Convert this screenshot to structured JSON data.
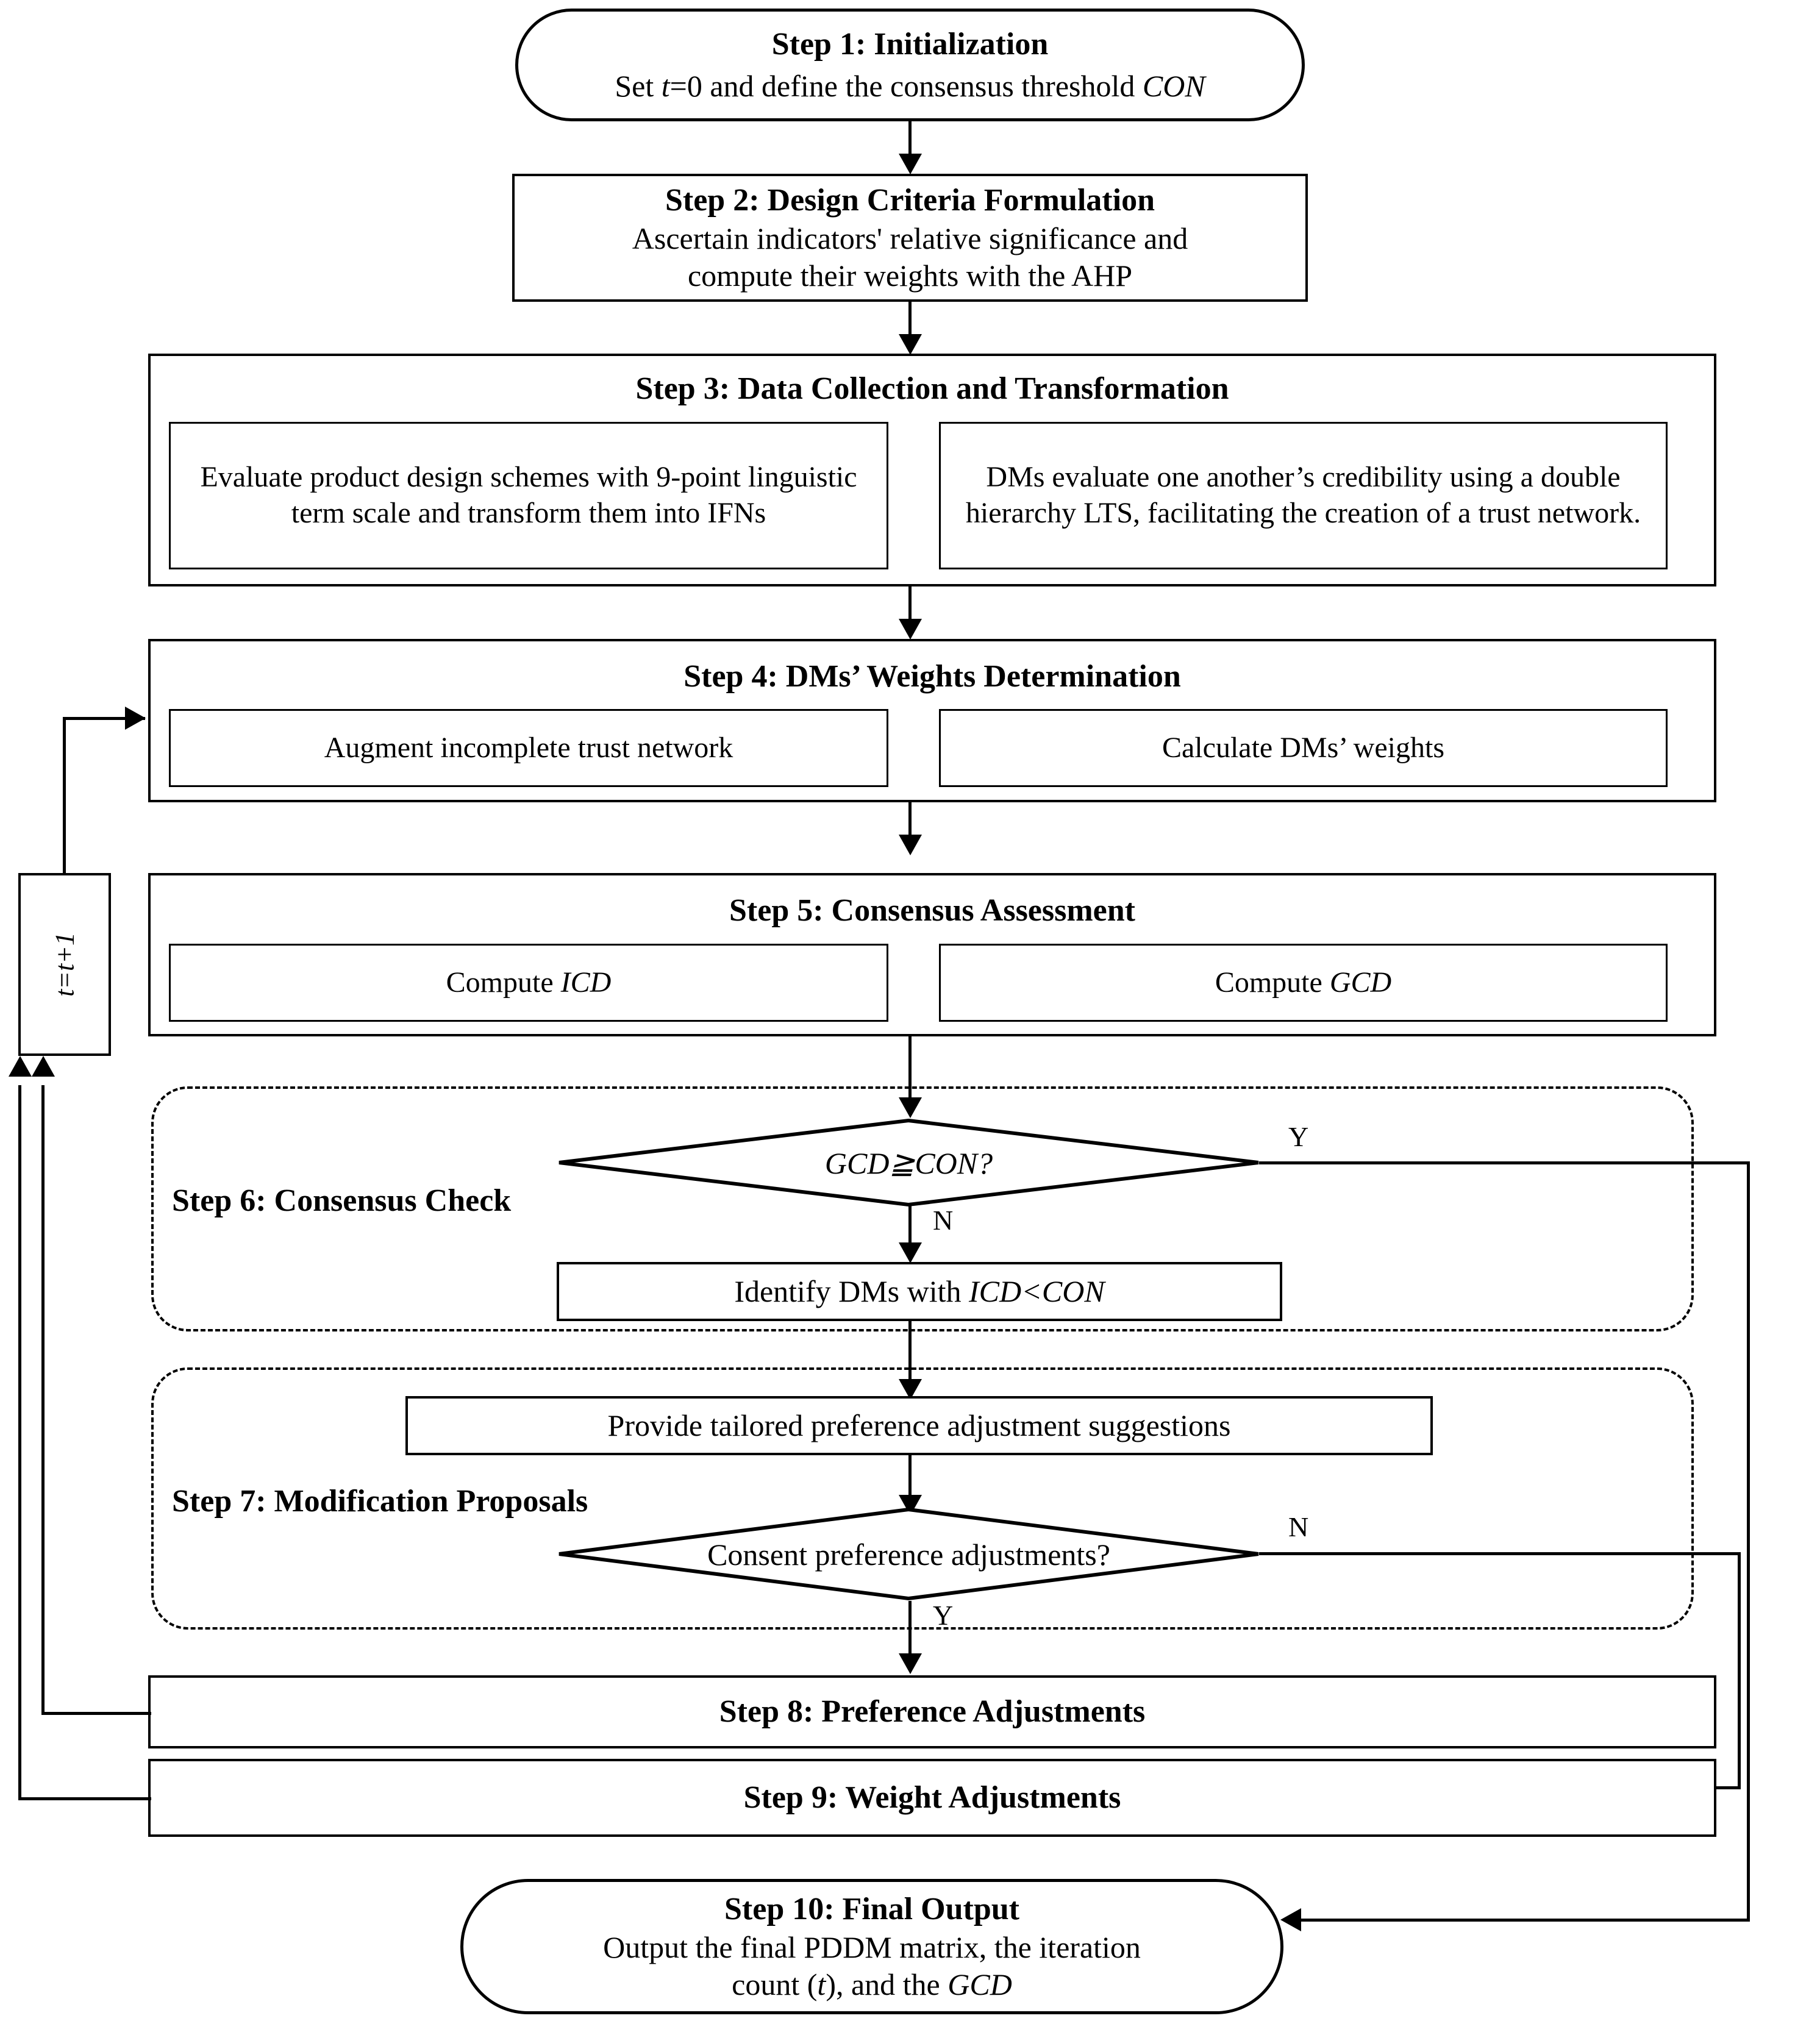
{
  "diagram": {
    "title": "Consensus-reaching process flowchart",
    "colors": {
      "stroke": "#000000",
      "background": "#ffffff"
    }
  },
  "steps": {
    "step1": {
      "title": "Step 1: Initialization",
      "body_a": "Set ",
      "body_t": "t",
      "body_b": "=0 and define the consensus threshold ",
      "body_con": "CON"
    },
    "step2": {
      "title": "Step 2: Design Criteria Formulation",
      "line1": "Ascertain indicators' relative significance and",
      "line2": "compute their weights with the AHP"
    },
    "step3": {
      "title": "Step 3: Data Collection and Transformation",
      "box_left": "Evaluate product design schemes with 9-point linguistic term scale and transform them into IFNs",
      "box_right": "DMs evaluate one another’s credibility using a double hierarchy LTS, facilitating the creation of a trust network."
    },
    "step4": {
      "title": "Step 4: DMs’  Weights Determination",
      "box_left": "Augment incomplete trust network",
      "box_right": "Calculate DMs’ weights"
    },
    "step5": {
      "title": "Step 5: Consensus Assessment",
      "box_left_pre": "Compute ",
      "box_left_var": "ICD",
      "box_right_pre": "Compute ",
      "box_right_var": "GCD"
    },
    "step6": {
      "label": "Step 6: Consensus Check",
      "decision": "GCD≧CON?",
      "yes_label": "Y",
      "no_label": "N",
      "action_pre": "Identify DMs with ",
      "action_var": "ICD<CON"
    },
    "step7": {
      "label": "Step 7: Modification Proposals",
      "action": "Provide tailored preference adjustment suggestions",
      "decision": "Consent preference adjustments?",
      "no_label": "N",
      "yes_label": "Y"
    },
    "step8": {
      "title": "Step 8: Preference Adjustments"
    },
    "step9": {
      "title": "Step 9: Weight Adjustments"
    },
    "step10": {
      "title_a": "Step 10: Final Outpu",
      "title_b": "t",
      "line1": "Output the final PDDM matrix, the iteration",
      "line2_a": "count (",
      "line2_t": "t",
      "line2_b": "), and the ",
      "line2_var": "GCD"
    }
  },
  "loop": {
    "counter_label": "t=t+1"
  }
}
